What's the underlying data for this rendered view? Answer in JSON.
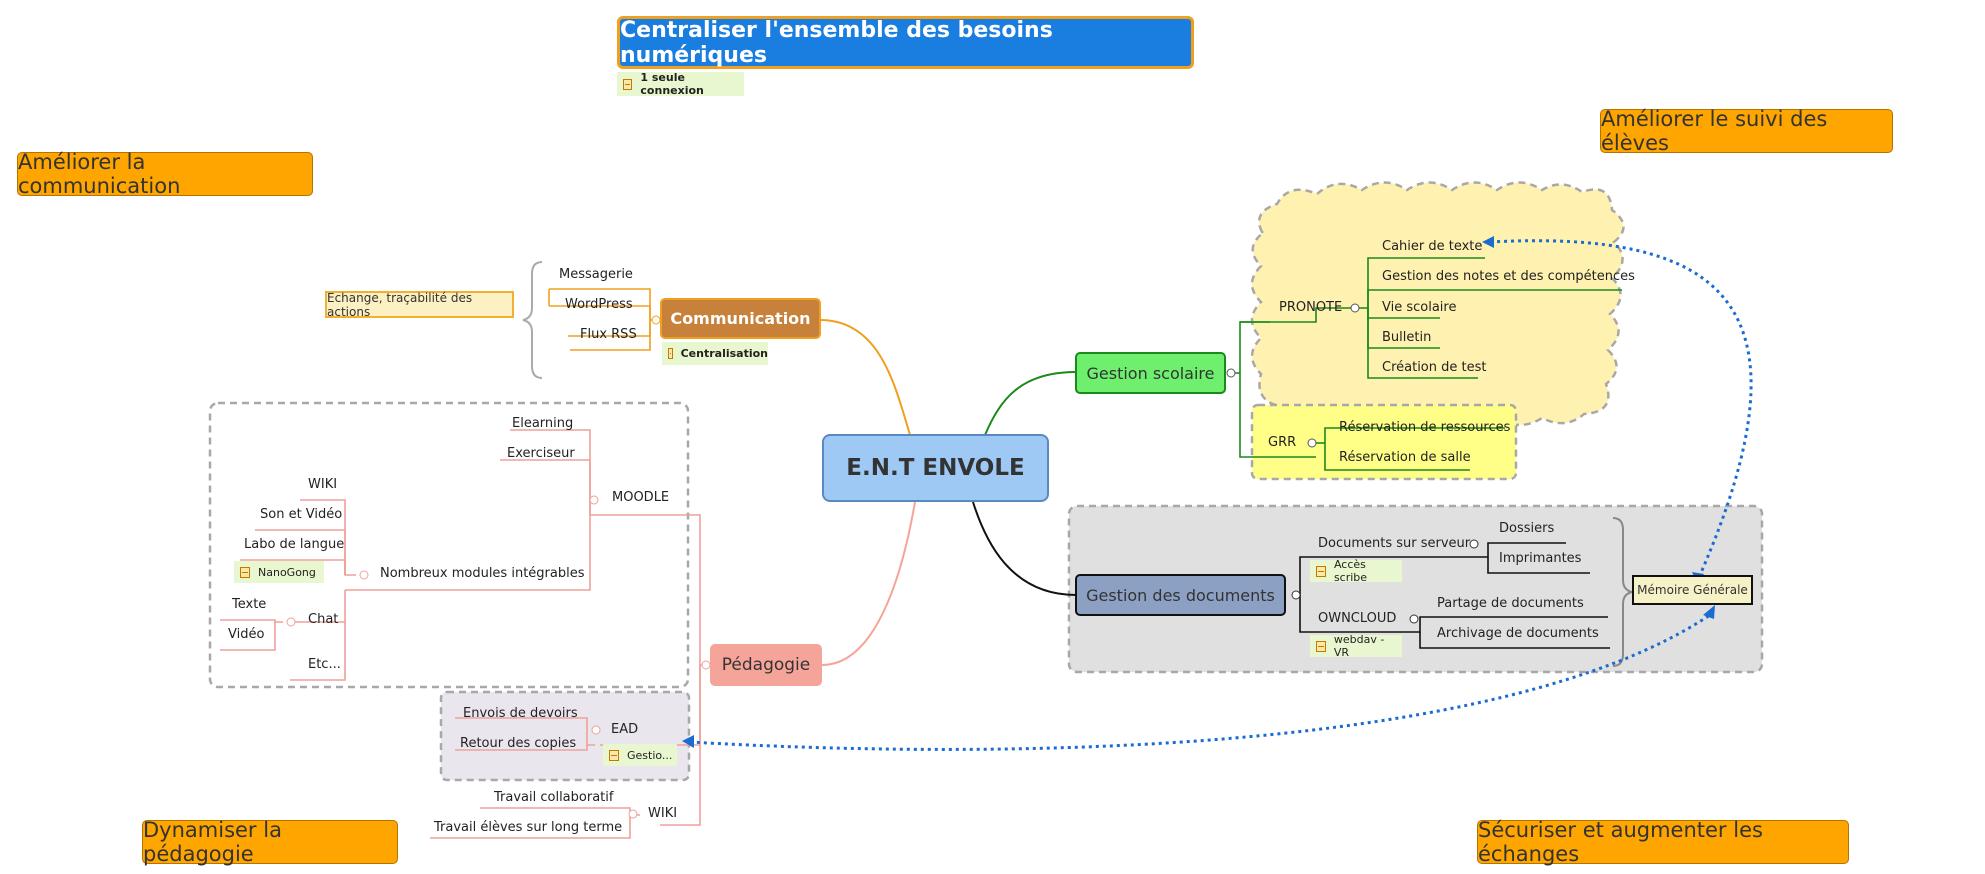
{
  "title": {
    "text": "Centraliser l'ensemble des besoins numériques",
    "note": "1 seule connexion"
  },
  "goals": {
    "communication": "Améliorer la communication",
    "suivi": "Améliorer le suivi des élèves",
    "pedagogie": "Dynamiser la pédagogie",
    "echanges": "Sécuriser et augmenter les échanges"
  },
  "center": "E.N.T ENVOLE",
  "communication": {
    "label": "Communication",
    "note": "Centralisation",
    "items": [
      "Messagerie",
      "WordPress",
      "Flux RSS"
    ],
    "summary": "Echange, traçabilité des actions"
  },
  "gestion_scolaire": {
    "label": "Gestion scolaire",
    "pronote": {
      "label": "PRONOTE",
      "items": [
        "Cahier de texte",
        "Gestion des notes et des compétences",
        "Vie scolaire",
        "Bulletin",
        "Création de test"
      ]
    },
    "grr": {
      "label": "GRR",
      "items": [
        "Réservation de ressources",
        "Réservation de salle"
      ]
    }
  },
  "gestion_documents": {
    "label": "Gestion des documents",
    "serveur": {
      "label": "Documents sur serveur",
      "note": "Accès scribe",
      "items": [
        "Dossiers",
        "Imprimantes"
      ]
    },
    "owncloud": {
      "label": "OWNCLOUD",
      "note": "webdav - VR",
      "items": [
        "Partage de documents",
        "Archivage de documents"
      ]
    },
    "summary": "Mémoire Générale"
  },
  "pedagogie": {
    "label": "Pédagogie",
    "moodle": {
      "label": "MOODLE",
      "items": [
        "Elearning",
        "Exerciseur"
      ],
      "modules": {
        "label": "Nombreux modules intégrables",
        "items": [
          "WIKI",
          "Son et Vidéo",
          "Labo de langue",
          "Etc..."
        ],
        "nanogong": "NanoGong",
        "chat": {
          "label": "Chat",
          "items": [
            "Texte",
            "Vidéo"
          ]
        }
      }
    },
    "ead": {
      "label": "EAD",
      "note": "Gestio...",
      "items": [
        "Envois de devoirs",
        "Retour des copies"
      ]
    },
    "wiki": {
      "label": "WIKI",
      "items": [
        "Travail collaboratif",
        "Travail élèves sur long terme"
      ]
    }
  },
  "colors": {
    "title_bg": "#1a7ee0",
    "title_border": "#f0a020",
    "goal_bg": "#ffa500",
    "center_bg": "#9fc9f5",
    "communication_bg": "#c8813a",
    "gestion_scolaire_bg": "#6ef06e",
    "gestion_documents_bg": "#8ca0c4",
    "pedagogie_bg": "#f5a49a",
    "note_bg": "#e8f7cf"
  }
}
